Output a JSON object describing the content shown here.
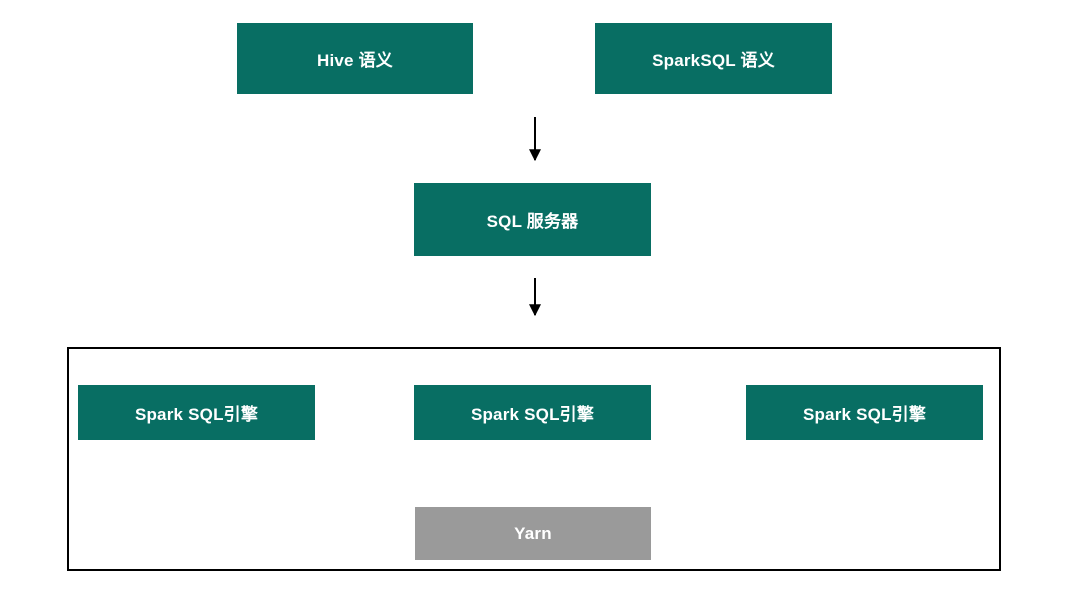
{
  "diagram": {
    "type": "flowchart",
    "background": "#ffffff",
    "colors": {
      "node_fill": "#086e63",
      "yarn_fill": "#9a9a9a",
      "node_text": "#ffffff",
      "arrow": "#000000",
      "container_border": "#000000"
    },
    "nodes": {
      "hive": {
        "label": "Hive 语义"
      },
      "sparksql": {
        "label": "SparkSQL 语义"
      },
      "sql_server": {
        "label": "SQL 服务器"
      },
      "engine_1": {
        "label": "Spark SQL引擎"
      },
      "engine_2": {
        "label": "Spark SQL引擎"
      },
      "engine_3": {
        "label": "Spark SQL引擎"
      },
      "yarn": {
        "label": "Yarn"
      }
    },
    "edges": [
      {
        "from": "semantics_layer",
        "to": "sql_server",
        "direction": "down"
      },
      {
        "from": "sql_server",
        "to": "engines_container",
        "direction": "down"
      },
      {
        "from": "yarn",
        "to": "engine_1",
        "direction": "up-left"
      },
      {
        "from": "yarn",
        "to": "engine_2",
        "direction": "up"
      },
      {
        "from": "yarn",
        "to": "engine_3",
        "direction": "up-right"
      }
    ]
  }
}
